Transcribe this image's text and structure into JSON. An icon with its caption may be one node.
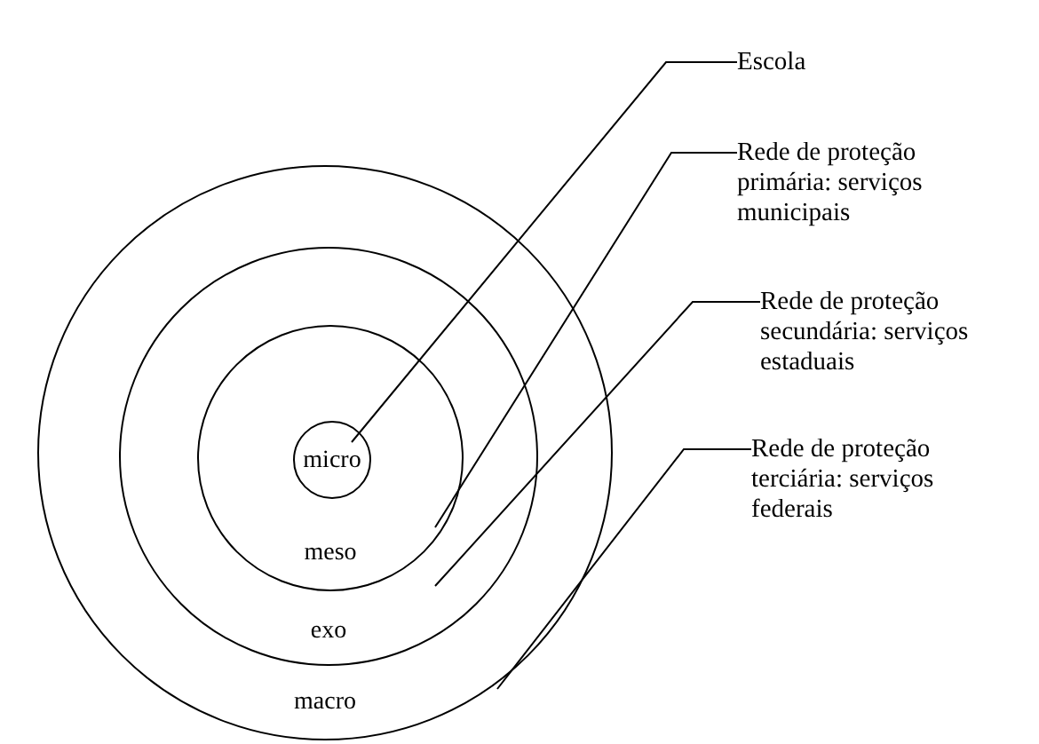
{
  "diagram": {
    "nodes": [
      {
        "text": [
          "macro"
        ]
      },
      {
        "text": [
          "exo"
        ],
        "in": 0
      },
      {
        "text": [
          "meso"
        ],
        "in": 1
      },
      {
        "text": [
          "micro"
        ],
        "in": 2
      },
      {
        "text": [
          "Escola"
        ]
      },
      {
        "text": [
          "Rede de proteção primária: serviços municipais"
        ]
      },
      {
        "text": [
          "Rede de proteção secundária: serviços estaduais"
        ]
      },
      {
        "text": [
          "Rede de proteção terciária: serviços federais"
        ]
      }
    ],
    "edges": [
      {
        "from": 4,
        "to": 3,
        "arrow": "none"
      },
      {
        "from": 5,
        "to": 2,
        "arrow": "none"
      },
      {
        "from": 6,
        "to": 1,
        "arrow": "none"
      },
      {
        "from": 7,
        "to": 0,
        "arrow": "none"
      }
    ]
  }
}
